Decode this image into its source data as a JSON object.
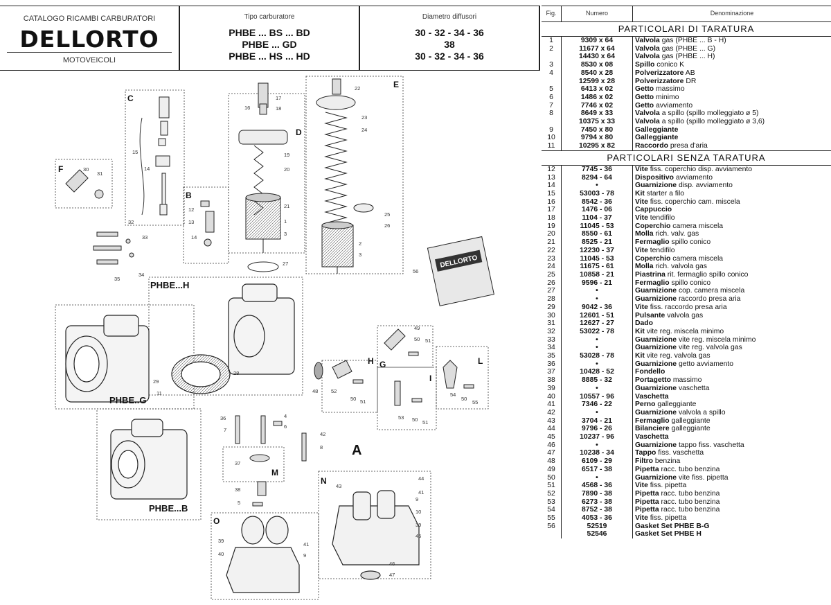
{
  "header": {
    "catalog_title": "CATALOGO RICAMBI CARBURATORI",
    "brand": "DELLORTO",
    "category": "MOTOVEICOLI",
    "type_label": "Tipo carburatore",
    "type_lines": [
      "PHBE ... BS ... BD",
      "PHBE ... GD",
      "PHBE ... HS ... HD"
    ],
    "diam_label": "Diametro diffusori",
    "diam_lines": [
      "30 - 32 - 34 - 36",
      "38",
      "30 - 32 - 34 - 36"
    ]
  },
  "table": {
    "col_fig": "Fig.",
    "col_num": "Numero",
    "col_name": "Denominazione",
    "section1": "PARTICOLARI DI TARATURA",
    "section2": "PARTICOLARI SENZA TARATURA",
    "rows1": [
      {
        "fig": "1",
        "num": "9309 x 64",
        "name": "Valvola",
        "desc": "gas (PHBE ... B - H)"
      },
      {
        "fig": "2",
        "num": "11677 x 64",
        "name": "Valvola",
        "desc": "gas (PHBE ... G)"
      },
      {
        "fig": "",
        "num": "14430 x 64",
        "name": "Valvola",
        "desc": "gas (PHBE ... H)"
      },
      {
        "fig": "3",
        "num": "8530 x 08",
        "name": "Spillo",
        "desc": "conico K"
      },
      {
        "fig": "4",
        "num": "8540 x 28",
        "name": "Polverizzatore",
        "desc": "AB"
      },
      {
        "fig": "",
        "num": "12599 x 28",
        "name": "Polverizzatore",
        "desc": "DR"
      },
      {
        "fig": "5",
        "num": "6413 x 02",
        "name": "Getto",
        "desc": "massimo"
      },
      {
        "fig": "6",
        "num": "1486 x 02",
        "name": "Getto",
        "desc": "minimo"
      },
      {
        "fig": "7",
        "num": "7746 x 02",
        "name": "Getto",
        "desc": "avviamento"
      },
      {
        "fig": "8",
        "num": "8649 x 33",
        "name": "Valvola",
        "desc": "a spillo (spillo molleggiato ø 5)"
      },
      {
        "fig": "",
        "num": "10375 x 33",
        "name": "Valvola",
        "desc": "a spillo (spillo molleggiato ø 3,6)"
      },
      {
        "fig": "9",
        "num": "7450 x 80",
        "name": "Galleggiante",
        "desc": ""
      },
      {
        "fig": "10",
        "num": "9794 x 80",
        "name": "Galleggiante",
        "desc": ""
      },
      {
        "fig": "11",
        "num": "10295 x 82",
        "name": "Raccordo",
        "desc": "presa d'aria"
      }
    ],
    "rows2": [
      {
        "fig": "12",
        "num": "7745 - 36",
        "name": "Vite",
        "desc": "fiss. coperchio disp. avviamento"
      },
      {
        "fig": "13",
        "num": "8294 - 64",
        "name": "Dispositivo",
        "desc": "avviamento"
      },
      {
        "fig": "14",
        "num": "•",
        "name": "Guarnizione",
        "desc": "disp. avviamento"
      },
      {
        "fig": "15",
        "num": "53003 - 78",
        "name": "Kit",
        "desc": "starter a filo"
      },
      {
        "fig": "16",
        "num": "8542 - 36",
        "name": "Vite",
        "desc": "fiss. coperchio cam. miscela"
      },
      {
        "fig": "17",
        "num": "1476 - 06",
        "name": "Cappuccio",
        "desc": ""
      },
      {
        "fig": "18",
        "num": "1104 - 37",
        "name": "Vite",
        "desc": "tendifilo"
      },
      {
        "fig": "19",
        "num": "11045 - 53",
        "name": "Coperchio",
        "desc": "camera miscela"
      },
      {
        "fig": "20",
        "num": "8550 - 61",
        "name": "Molla",
        "desc": "rich. valv. gas"
      },
      {
        "fig": "21",
        "num": "8525 - 21",
        "name": "Fermaglio",
        "desc": "spillo conico"
      },
      {
        "fig": "22",
        "num": "12230 - 37",
        "name": "Vite",
        "desc": "tendifilo"
      },
      {
        "fig": "23",
        "num": "11045 - 53",
        "name": "Coperchio",
        "desc": "camera miscela"
      },
      {
        "fig": "24",
        "num": "11675 - 61",
        "name": "Molla",
        "desc": "rich. valvola gas"
      },
      {
        "fig": "25",
        "num": "10858 - 21",
        "name": "Piastrina",
        "desc": "rit. fermaglio spillo conico"
      },
      {
        "fig": "26",
        "num": "9596 - 21",
        "name": "Fermaglio",
        "desc": "spillo conico"
      },
      {
        "fig": "27",
        "num": "•",
        "name": "Guarnizione",
        "desc": "cop. camera miscela"
      },
      {
        "fig": "28",
        "num": "•",
        "name": "Guarnizione",
        "desc": "raccordo presa aria"
      },
      {
        "fig": "29",
        "num": "9042 - 36",
        "name": "Vite",
        "desc": "fiss. raccordo presa aria"
      },
      {
        "fig": "30",
        "num": "12601 - 51",
        "name": "Pulsante",
        "desc": "valvola gas"
      },
      {
        "fig": "31",
        "num": "12627 - 27",
        "name": "Dado",
        "desc": ""
      },
      {
        "fig": "32",
        "num": "53022 - 78",
        "name": "Kit",
        "desc": "vite reg. miscela minimo"
      },
      {
        "fig": "33",
        "num": "•",
        "name": "Guarnizione",
        "desc": "vite reg. miscela minimo"
      },
      {
        "fig": "34",
        "num": "•",
        "name": "Guarnizione",
        "desc": "vite reg. valvola gas"
      },
      {
        "fig": "35",
        "num": "53028 - 78",
        "name": "Kit",
        "desc": "vite reg. valvola gas"
      },
      {
        "fig": "36",
        "num": "•",
        "name": "Guarnizione",
        "desc": "getto avviamento"
      },
      {
        "fig": "37",
        "num": "10428 - 52",
        "name": "Fondello",
        "desc": ""
      },
      {
        "fig": "38",
        "num": "8885 - 32",
        "name": "Portagetto",
        "desc": "massimo"
      },
      {
        "fig": "39",
        "num": "•",
        "name": "Guarnizione",
        "desc": "vaschetta"
      },
      {
        "fig": "40",
        "num": "10557 - 96",
        "name": "Vaschetta",
        "desc": ""
      },
      {
        "fig": "41",
        "num": "7346 - 22",
        "name": "Perno",
        "desc": "galleggiante"
      },
      {
        "fig": "42",
        "num": "•",
        "name": "Guarnizione",
        "desc": "valvola a spillo"
      },
      {
        "fig": "43",
        "num": "3704 - 21",
        "name": "Fermaglio",
        "desc": "galleggiante"
      },
      {
        "fig": "44",
        "num": "9796 - 26",
        "name": "Bilanciere",
        "desc": "galleggiante"
      },
      {
        "fig": "45",
        "num": "10237 - 96",
        "name": "Vaschetta",
        "desc": ""
      },
      {
        "fig": "46",
        "num": "•",
        "name": "Guarnizione",
        "desc": "tappo fiss. vaschetta"
      },
      {
        "fig": "47",
        "num": "10238 - 34",
        "name": "Tappo",
        "desc": "fiss. vaschetta"
      },
      {
        "fig": "48",
        "num": "6109 - 29",
        "name": "Filtro",
        "desc": "benzina"
      },
      {
        "fig": "49",
        "num": "6517 - 38",
        "name": "Pipetta",
        "desc": "racc. tubo benzina"
      },
      {
        "fig": "50",
        "num": "•",
        "name": "Guarnizione",
        "desc": "vite fiss. pipetta"
      },
      {
        "fig": "51",
        "num": "4568 - 36",
        "name": "Vite",
        "desc": "fiss. pipetta"
      },
      {
        "fig": "52",
        "num": "7890 - 38",
        "name": "Pipetta",
        "desc": "racc. tubo benzina"
      },
      {
        "fig": "53",
        "num": "6273 - 38",
        "name": "Pipetta",
        "desc": "racc. tubo benzina"
      },
      {
        "fig": "54",
        "num": "8752 - 38",
        "name": "Pipetta",
        "desc": "racc. tubo benzina"
      },
      {
        "fig": "55",
        "num": "4053 - 36",
        "name": "Vite",
        "desc": "fiss. pipetta"
      },
      {
        "fig": "56",
        "num": "52519",
        "name": "Gasket Set PHBE B-G",
        "desc": ""
      },
      {
        "fig": "",
        "num": "52546",
        "name": "Gasket Set PHBE H",
        "desc": ""
      }
    ]
  },
  "diagram": {
    "group_labels": {
      "C": "C",
      "D": "D",
      "E": "E",
      "F": "F",
      "B": "B",
      "G": "G",
      "H": "H",
      "I": "I",
      "L": "L",
      "M": "M",
      "N": "N",
      "O": "O",
      "A": "A"
    },
    "carb_labels": {
      "h": "PHBE...H",
      "g": "PHBE..G",
      "b": "PHBE...B"
    },
    "callouts": {
      "c15": "15",
      "c14": "14",
      "c16": "16",
      "c17": "17",
      "c18": "18",
      "c19": "19",
      "c20": "20",
      "c21": "21",
      "c1": "1",
      "c3": "3",
      "c22": "22",
      "c23": "23",
      "c24": "24",
      "c25": "25",
      "c26": "26",
      "c2": "2",
      "c3e": "3",
      "c27": "27",
      "c30": "30",
      "c31": "31",
      "c32": "32",
      "c33": "33",
      "c35": "35",
      "c34": "34",
      "c12": "12",
      "c13": "13",
      "c14b": "14",
      "c56": "56",
      "c29": "29",
      "c28": "28",
      "c11": "11",
      "c48": "48",
      "c52": "52",
      "c50": "50",
      "c51": "51",
      "c49": "49",
      "c50b": "50",
      "c51b": "51",
      "c53": "53",
      "c50c": "50",
      "c51c": "51",
      "c54": "54",
      "c50d": "50",
      "c55": "55",
      "c36": "36",
      "c7": "7",
      "c4": "4",
      "c6": "6",
      "c42": "42",
      "c8": "8",
      "c37": "37",
      "c38": "38",
      "c5": "5",
      "c44": "44",
      "c41": "41",
      "c10": "10",
      "c9": "9",
      "c39": "39",
      "c45": "45",
      "c46": "46",
      "c47": "47",
      "c43": "43",
      "c39b": "39",
      "c40": "40",
      "c41b": "41",
      "c9b": "9"
    },
    "packet_brand": "DELLORTO"
  }
}
